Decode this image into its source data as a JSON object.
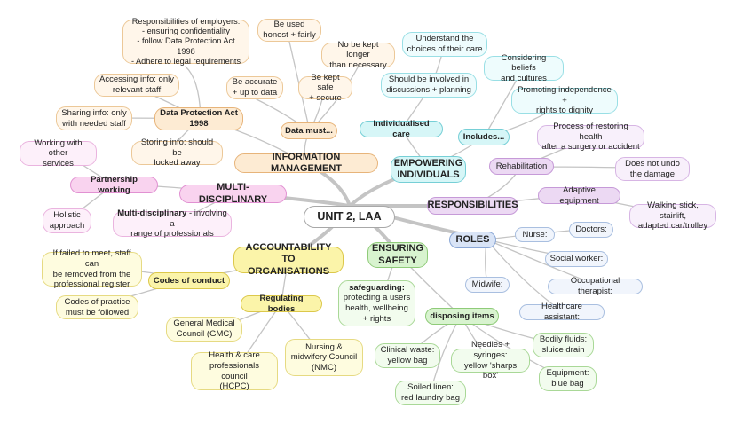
{
  "center": "UNIT 2, LAA",
  "information_management": {
    "title": "INFORMATION MANAGEMENT",
    "employers": "Responsibilities of employers:\n- ensuring confidentiality\n- follow Data Protection Act 1998\n- Adhere to legal requirements",
    "data_protection_act": "Data Protection Act\n1998",
    "accessing": "Accessing info: only\nrelevant staff",
    "sharing": "Sharing info: only\nwith needed staff",
    "storing": "Storing info: should be\nlocked away",
    "data_must": "Data must...",
    "honest": "Be used\nhonest + fairly",
    "accurate": "Be accurate\n+ up to data",
    "not_kept": "No be kept longer\nthan necessary",
    "safe": "Be kept safe\n+ secure"
  },
  "empowering": {
    "title": "EMPOWERING\nINDIVIDUALS",
    "individualised": "Individualised care",
    "understand": "Understand the\nchoices of their care",
    "involved": "Should be involved in\ndiscussions + planning",
    "includes": "Includes...",
    "beliefs": "Considering beliefs\nand cultures",
    "independence": "Promoting independence +\nrights to dignity"
  },
  "responsibilities": {
    "title": "RESPONSIBILITIES",
    "rehabilitation": "Rehabilitation",
    "restoring": "Process of restoring health\nafter a surgery or accident",
    "undo": "Does not undo\nthe damage",
    "equipment": "Adaptive equipment",
    "walking": "Walking stick, stairlift,\nadapted car/trolley"
  },
  "multi": {
    "title": "MULTI-DISCIPLINARY",
    "partnership": "Partnership working",
    "other_services": "Working with other\nservices",
    "holistic": "Holistic\napproach",
    "def_bold": "Multi-disciplinary",
    "def_rest": " - involving a\nrange of professionals"
  },
  "roles": {
    "title": "ROLES",
    "nurse": "Nurse:",
    "doctors": "Doctors:",
    "social": "Social worker:",
    "midwife": "Midwife:",
    "occupational": "Occupational therapist:",
    "hca": "Healthcare assistant:"
  },
  "accountability": {
    "title": "ACCOUNTABILITY TO\nORGANISATIONS",
    "codes": "Codes of conduct",
    "failed": "If failed to meet, staff can\nbe removed from the\nprofessional register",
    "practice": "Codes of practice\nmust be followed",
    "bodies": "Regulating bodies",
    "gmc": "General Medical\nCouncil (GMC)",
    "hcpc": "Health & care\nprofessionals council\n(HCPC)",
    "nmc": "Nursing &\nmidwifery Council\n(NMC)"
  },
  "safety": {
    "title": "ENSURING\nSAFETY",
    "safeguarding_bold": "safeguarding:",
    "safeguarding_rest": "\nprotecting a users\nhealth, wellbeing\n+ rights",
    "disposing": "disposing items",
    "clinical": "Clinical waste:\nyellow bag",
    "needles": "Needles + syringes:\nyellow 'sharps box'",
    "bodily": "Bodily fluids:\nsluice drain",
    "linen": "Soiled linen:\nred laundry bag",
    "equipment": "Equipment:\nblue bag"
  }
}
